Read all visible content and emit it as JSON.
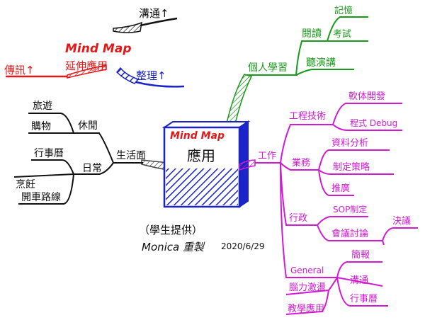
{
  "colors": {
    "ink": "#111111",
    "red": "#e01818",
    "blue": "#1a24c8",
    "green": "#1a9a1a",
    "magenta": "#d11ad1",
    "gray": "#666666"
  },
  "center": {
    "title": "Mind Map",
    "subtitle": "應用"
  },
  "top_left": {
    "title": "Mind Map",
    "subtitle": "延伸應用",
    "items": [
      "溝通↑",
      "傳訊↑",
      "整理↑"
    ]
  },
  "personal": {
    "label": "個人學習",
    "reading": "閱讀",
    "reading_items": [
      "記憶",
      "考試"
    ],
    "lecture": "聽演講"
  },
  "life": {
    "label": "生活面",
    "leisure": "休閒",
    "leisure_items": [
      "旅遊",
      "購物"
    ],
    "daily": "日常",
    "daily_items": [
      "行事曆",
      "烹飪",
      "開車路線"
    ]
  },
  "work": {
    "label": "工作",
    "engineering": "工程技術",
    "engineering_items": [
      "軟体開發",
      "程式 Debug"
    ],
    "business": "業務",
    "business_items": [
      "資料分析",
      "制定策略",
      "推廣"
    ],
    "admin": "行政",
    "admin_items": [
      "SOP制定",
      "會議討論"
    ],
    "admin_decision": "決議",
    "general": "General",
    "general_items": [
      "簡報",
      "溝通",
      "行事曆"
    ],
    "general_left": [
      "腦力激盪",
      "教學應用"
    ]
  },
  "note": {
    "line1": "（學生提供）",
    "line2": "Monica 重製",
    "date": "2020/6/29"
  }
}
